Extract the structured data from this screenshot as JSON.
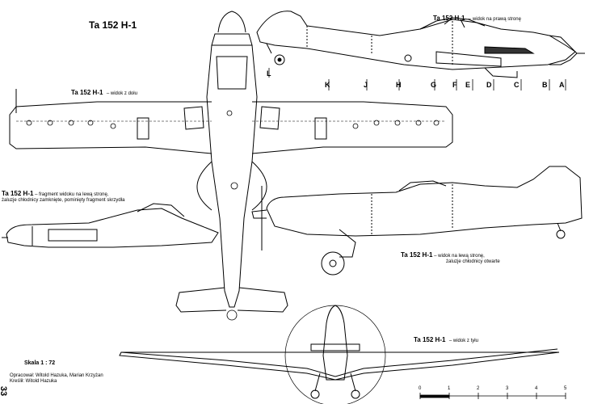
{
  "title": "Ta 152 H-1",
  "views": {
    "right": {
      "name": "Ta 152 H-1",
      "desc": "– widok na prawą stronę"
    },
    "bottom": {
      "name": "Ta 152 H-1",
      "desc": "– widok z dołu"
    },
    "fragment": {
      "name": "Ta 152 H-1",
      "desc1": "– fragment widoku na lewą stronę,",
      "desc2": "żaluzje chłodnicy zamknięte, pominięty fragment skrzydła"
    },
    "left": {
      "name": "Ta 152 H-1",
      "desc1": "– widok na lewą stronę,",
      "desc2": "żaluzje chłodnicy otwarte"
    },
    "rear": {
      "name": "Ta 152 H-1",
      "desc": "– widok z tyłu"
    }
  },
  "stations": [
    "L",
    "K",
    "J",
    "H",
    "G",
    "F",
    "E",
    "D",
    "C",
    "B",
    "A"
  ],
  "scale_label": "Skala 1 : 72",
  "credits": {
    "line1": "Opracował: Witold Hazuka, Marian Krzyżan",
    "line2": "Kreślił: Witold Hazuka"
  },
  "scale_bar": [
    "0",
    "1",
    "2",
    "3",
    "4",
    "5"
  ],
  "page_number": "33"
}
